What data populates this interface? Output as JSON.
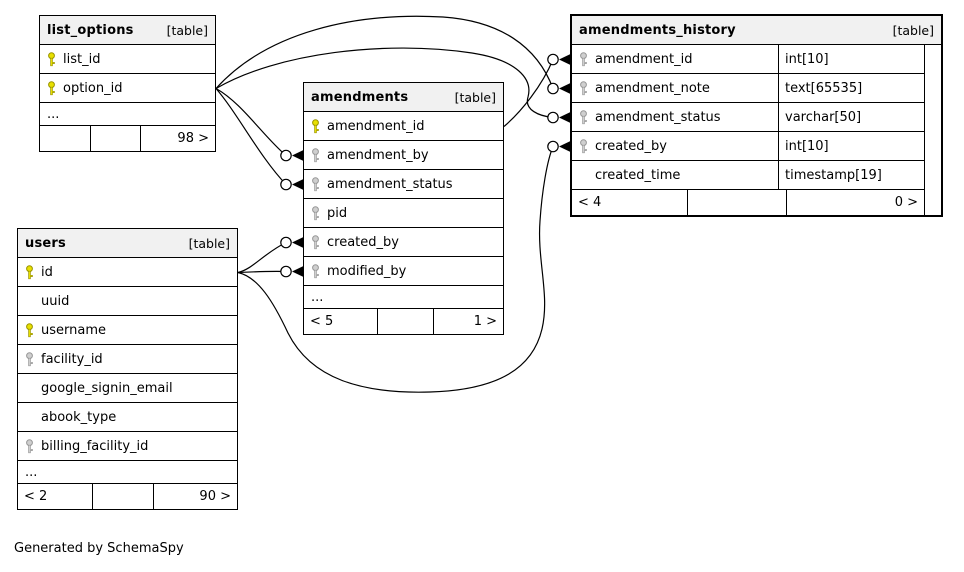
{
  "diagram": {
    "credit": "Generated by SchemaSpy",
    "colors": {
      "primary_key": "#e8e000",
      "primary_key_stroke": "#9a9400",
      "foreign_key": "#cfcfcf",
      "foreign_key_stroke": "#979797",
      "header_bg": "#f1f1f1",
      "line": "#000000"
    },
    "tables": [
      {
        "id": "list_options",
        "name": "list_options",
        "badge": "[table]",
        "emphasized": false,
        "columns": [
          {
            "name": "list_id",
            "key": "primary"
          },
          {
            "name": "option_id",
            "key": "primary"
          },
          {
            "name": "...",
            "key": "none",
            "ellipsis": true
          }
        ],
        "footer": {
          "prev": "",
          "mid": "",
          "next": "98 >"
        }
      },
      {
        "id": "amendments",
        "name": "amendments",
        "badge": "[table]",
        "emphasized": false,
        "columns": [
          {
            "name": "amendment_id",
            "key": "primary"
          },
          {
            "name": "amendment_by",
            "key": "foreign"
          },
          {
            "name": "amendment_status",
            "key": "foreign"
          },
          {
            "name": "pid",
            "key": "foreign"
          },
          {
            "name": "created_by",
            "key": "foreign"
          },
          {
            "name": "modified_by",
            "key": "foreign"
          },
          {
            "name": "...",
            "key": "none",
            "ellipsis": true
          }
        ],
        "footer": {
          "prev": "< 5",
          "mid": "",
          "next": "1 >"
        }
      },
      {
        "id": "users",
        "name": "users",
        "badge": "[table]",
        "emphasized": false,
        "columns": [
          {
            "name": "id",
            "key": "primary"
          },
          {
            "name": "uuid",
            "key": "none"
          },
          {
            "name": "username",
            "key": "primary"
          },
          {
            "name": "facility_id",
            "key": "foreign"
          },
          {
            "name": "google_signin_email",
            "key": "none"
          },
          {
            "name": "abook_type",
            "key": "none"
          },
          {
            "name": "billing_facility_id",
            "key": "foreign"
          },
          {
            "name": "...",
            "key": "none",
            "ellipsis": true
          }
        ],
        "footer": {
          "prev": "< 2",
          "mid": "",
          "next": "90 >"
        }
      },
      {
        "id": "amendments_history",
        "name": "amendments_history",
        "badge": "[table]",
        "emphasized": true,
        "columns": [
          {
            "name": "amendment_id",
            "key": "foreign",
            "type": "int[10]"
          },
          {
            "name": "amendment_note",
            "key": "foreign",
            "type": "text[65535]"
          },
          {
            "name": "amendment_status",
            "key": "foreign",
            "type": "varchar[50]"
          },
          {
            "name": "created_by",
            "key": "foreign",
            "type": "int[10]"
          },
          {
            "name": "created_time",
            "key": "none",
            "type": "timestamp[19]"
          }
        ],
        "footer": {
          "prev": "< 4",
          "mid": "",
          "next": "0 >"
        }
      }
    ],
    "relationships": [
      {
        "from": {
          "table": "list_options",
          "column": "option_id"
        },
        "to": {
          "table": "amendments",
          "column": "amendment_by"
        }
      },
      {
        "from": {
          "table": "list_options",
          "column": "option_id"
        },
        "to": {
          "table": "amendments",
          "column": "amendment_status"
        }
      },
      {
        "from": {
          "table": "list_options",
          "column": "option_id"
        },
        "to": {
          "table": "amendments_history",
          "column": "amendment_note"
        }
      },
      {
        "from": {
          "table": "list_options",
          "column": "option_id"
        },
        "to": {
          "table": "amendments_history",
          "column": "amendment_status"
        }
      },
      {
        "from": {
          "table": "amendments",
          "column": "amendment_id"
        },
        "to": {
          "table": "amendments_history",
          "column": "amendment_id"
        }
      },
      {
        "from": {
          "table": "users",
          "column": "id"
        },
        "to": {
          "table": "amendments",
          "column": "created_by"
        }
      },
      {
        "from": {
          "table": "users",
          "column": "id"
        },
        "to": {
          "table": "amendments",
          "column": "modified_by"
        }
      },
      {
        "from": {
          "table": "users",
          "column": "id"
        },
        "to": {
          "table": "amendments_history",
          "column": "created_by"
        }
      }
    ]
  }
}
